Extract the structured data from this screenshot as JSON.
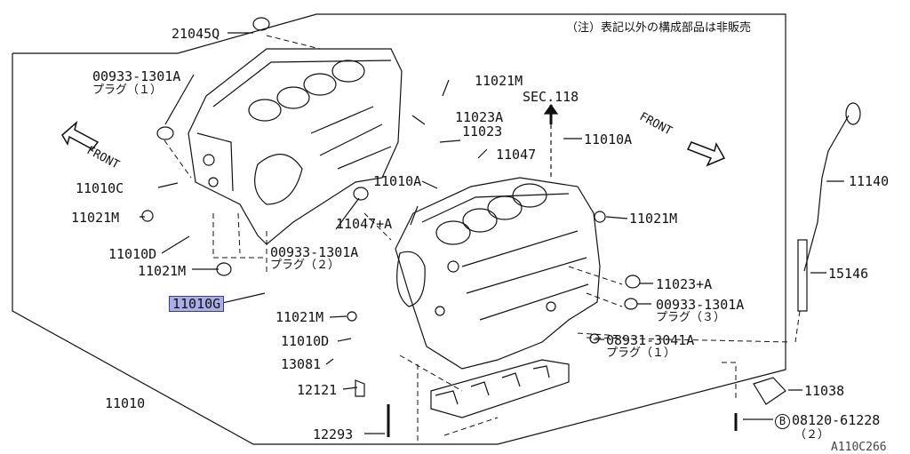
{
  "note": "（注）表記以外の構成部品は非販売",
  "diagram_id": "A110C266",
  "front_left": "FRONT",
  "front_right": "FRONT",
  "sec_ref": "SEC.118",
  "labels": {
    "p21045Q": "21045Q",
    "p00933a": "00933-1301A",
    "plug1": "プラグ（１）",
    "p11021M_top": "11021M",
    "p11023A": "11023A",
    "p11023": "11023",
    "p11047": "11047",
    "p11010A_l": "11010A",
    "p11010A_r": "11010A",
    "p11010C": "11010C",
    "p11021M_l1": "11021M",
    "p11047A": "11047+A",
    "p11021M_r": "11021M",
    "p11140": "11140",
    "p11010D_l": "11010D",
    "p00933b": "00933-1301A",
    "plug2": "プラグ（２）",
    "p15146": "15146",
    "p11021M_l2": "11021M",
    "p11023pA": "11023+A",
    "p11010G": "11010G",
    "p00933c": "00933-1301A",
    "plug3": "プラグ（３）",
    "p11021M_m": "11021M",
    "p11010D_m": "11010D",
    "p08931": "08931-3041A",
    "plug1b": "プラグ（１）",
    "p13081": "13081",
    "p11010": "11010",
    "p12121": "12121",
    "p11038": "11038",
    "p08120": "08120-61228",
    "b_marker": "B",
    "qty2": "（２）",
    "p12293": "12293"
  },
  "colors": {
    "highlight": "#a9aee6",
    "line": "#111111"
  }
}
